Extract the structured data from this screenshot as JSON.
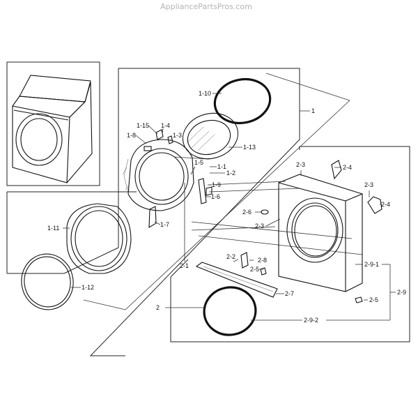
{
  "watermark": "AppliancePartsPros.com",
  "callouts": {
    "p1": "1",
    "p1_1": "1-1",
    "p1_2": "1-2",
    "p1_3": "1-3",
    "p1_4": "1-4",
    "p1_5": "1-5",
    "p1_6": "1-6",
    "p1_7": "1-7",
    "p1_8": "1-8",
    "p1_9": "1-9",
    "p1_10": "1-10",
    "p1_11": "1-11",
    "p1_12": "1-12",
    "p1_13": "1-13",
    "p1_15": "1-15",
    "p2": "2",
    "p2_1": "2-1",
    "p2_2": "2-2",
    "p2_3a": "2-3",
    "p2_3b": "2-3",
    "p2_3c": "2-3",
    "p2_4a": "2-4",
    "p2_4b": "2-4",
    "p2_5a": "2-5",
    "p2_5b": "2-5",
    "p2_6": "2-6",
    "p2_7": "2-7",
    "p2_8": "2-8",
    "p2_9": "2-9",
    "p2_9_1": "2-9-1",
    "p2_9_2": "2-9-2"
  }
}
